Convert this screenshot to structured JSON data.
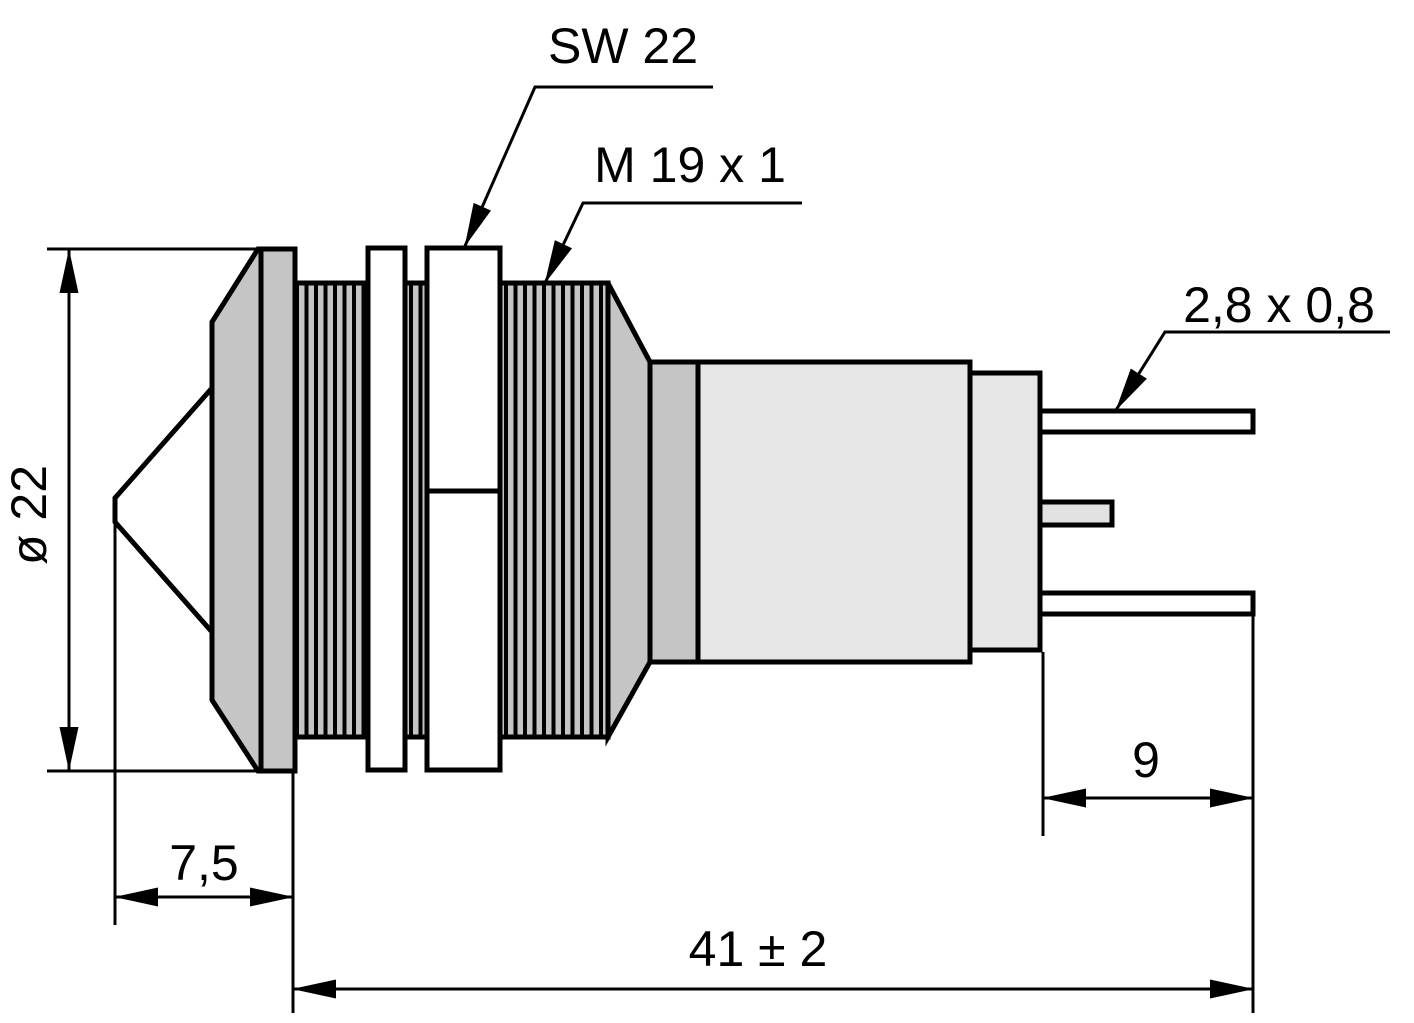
{
  "labels": {
    "wrench_size": "SW 22",
    "thread_spec": "M 19 x 1",
    "terminal_size": "2,8 x 0,8",
    "front_diameter": "ø 22",
    "bezel_depth": "7,5",
    "terminal_length": "9",
    "total_length": "41 ± 2"
  },
  "colors": {
    "line": "#000000",
    "part_gray": "#c5c5c5",
    "body_gray": "#e6e6e6",
    "pin_gray": "#e2e2e2",
    "white": "#ffffff",
    "background": "#ffffff"
  }
}
